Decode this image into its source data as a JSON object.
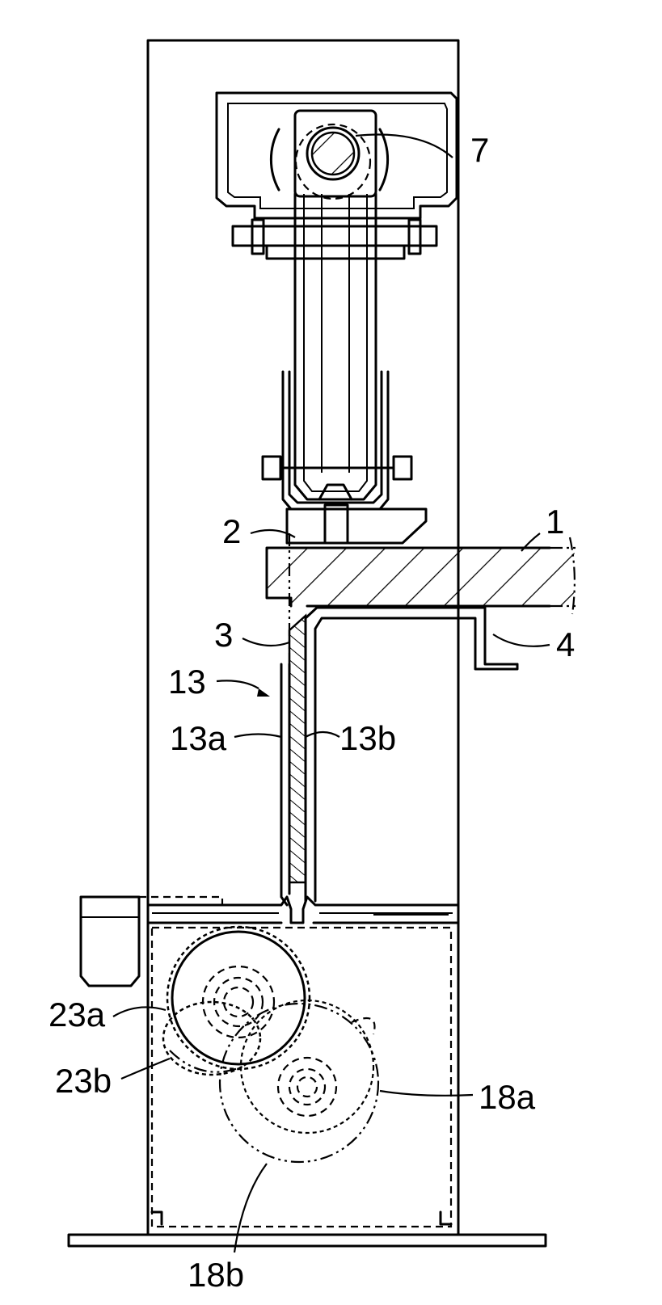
{
  "labels": {
    "l1": "1",
    "l2": "2",
    "l3": "3",
    "l4": "4",
    "l7": "7",
    "l13": "13",
    "l13a": "13a",
    "l13b": "13b",
    "l23a": "23a",
    "l23b": "23b",
    "l18a": "18a",
    "l18b": "18b"
  }
}
